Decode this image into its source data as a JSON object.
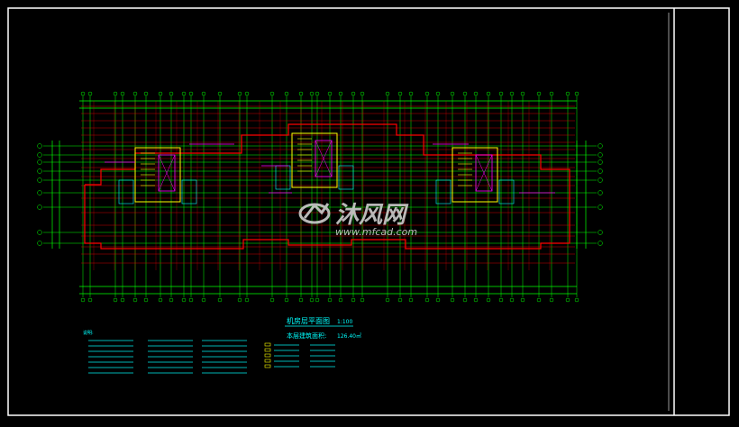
{
  "drawing": {
    "title_main": "机房层平面图",
    "title_scale": "1:100",
    "area_label": "本层建筑面积:",
    "area_value": "126.40㎡",
    "notes_heading": "说明:",
    "watermark_brand": "沐风网",
    "watermark_url": "www.mfcad.com"
  },
  "colors": {
    "background": "#000000",
    "frame": "#ffffff",
    "axis": "#00ff00",
    "walls": "#ff0000",
    "structure": "#ffff00",
    "annotations": "#ff00ff",
    "dims": "#00ffff"
  },
  "icons": {
    "watermark": "mfcad-logo-icon"
  }
}
